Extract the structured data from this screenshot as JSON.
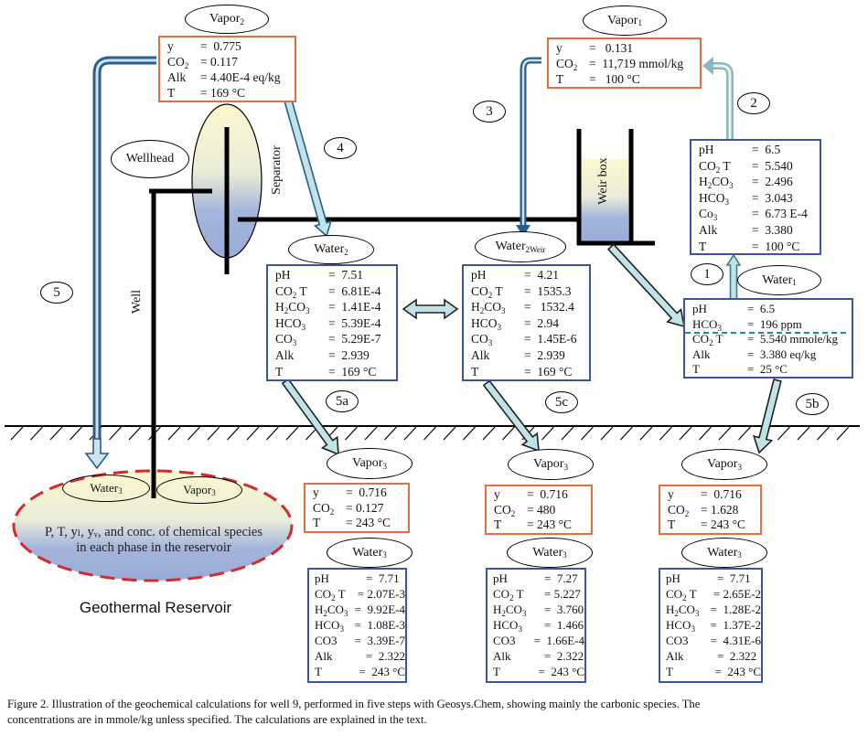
{
  "colors": {
    "vapor_border": "#e07040",
    "water_border": "#3b55a0",
    "arrow_fill": "#bfe3e6",
    "arrow_dark": "#2a5d8a",
    "arrow_grey": "#8db7b8",
    "reservoir_dash": "#d42a2a"
  },
  "labels": {
    "vapor2": {
      "base": "Vapor",
      "sub": "2"
    },
    "vapor1": {
      "base": "Vapor",
      "sub": "1"
    },
    "wellhead": "Wellhead",
    "separator": "Separator",
    "well": "Well",
    "weir_box": "Weir box",
    "water1": {
      "base": "Water",
      "sub": "1"
    },
    "water2": {
      "base": "Water",
      "sub": "2"
    },
    "water2weir": {
      "base": "Water",
      "sub": "2Weir"
    },
    "vapor3": {
      "base": "Vapor",
      "sub": "3"
    },
    "water3": {
      "base": "Water",
      "sub": "3"
    },
    "reservoir_text_1": "P, T, yₗ, yᵥ, and conc. of chemical species",
    "reservoir_text_2": "in each phase in the reservoir",
    "reservoir_title": "Geothermal Reservoir"
  },
  "steps": {
    "s1": "1",
    "s2": "2",
    "s3": "3",
    "s4": "4",
    "s5": "5",
    "s5a": "5a",
    "s5b": "5b",
    "s5c": "5c"
  },
  "boxes": {
    "vapor2": [
      {
        "k": "y",
        "v": "=  0.775"
      },
      {
        "k": "CO",
        "sub": "2",
        "v": "= 0.117"
      },
      {
        "k": "Alk",
        "v": "= 4.40E-4 eq/kg"
      },
      {
        "k": "T",
        "v": "= 169 °C"
      }
    ],
    "vapor1": [
      {
        "k": "y",
        "v": "=   0.131"
      },
      {
        "k": "CO",
        "sub": "2",
        "v": "=  11,719 mmol/kg"
      },
      {
        "k": "T",
        "v": "=   100 °C"
      }
    ],
    "water1_top": [
      {
        "k": "pH",
        "v": "=  6.5"
      },
      {
        "k": "CO",
        "sub": "2",
        "after": " T",
        "v": "=  5.540"
      },
      {
        "k": "H",
        "sub": "2",
        "after": "CO",
        "sub2": "3",
        "v": "=  2.496"
      },
      {
        "k": "HCO",
        "sub": "3",
        "v": "=  3.043"
      },
      {
        "k": "Co",
        "sub": "3",
        "v": "=  6.73 E-4"
      },
      {
        "k": "Alk",
        "v": "=  3.380"
      },
      {
        "k": "T",
        "v": "=  100 °C"
      }
    ],
    "water1_bottom": [
      {
        "k": "pH",
        "v": "=  6.5"
      },
      {
        "k": "HCO",
        "sub": "3",
        "v": "=  196 ppm"
      },
      {
        "k": "CO",
        "sub": "2",
        "after": " T",
        "v": "=  5.540 mmole/kg"
      },
      {
        "k": "Alk",
        "v": "=  3.380 eq/kg"
      },
      {
        "k": "T",
        "v": "=  25 °C"
      }
    ],
    "water2": [
      {
        "k": "pH",
        "v": "=  7.51"
      },
      {
        "k": "CO",
        "sub": "2",
        "after": " T",
        "v": "=  6.81E-4"
      },
      {
        "k": "H",
        "sub": "2",
        "after": "CO",
        "sub2": "3",
        "v": "=  1.41E-4"
      },
      {
        "k": "HCO",
        "sub": "3",
        "v": "=  5.39E-4"
      },
      {
        "k": "CO",
        "sub": "3",
        "v": "=  5.29E-7"
      },
      {
        "k": "Alk",
        "v": "=  2.939"
      },
      {
        "k": "T",
        "v": "=  169 °C"
      }
    ],
    "water2weir": [
      {
        "k": "pH",
        "v": "=  4.21"
      },
      {
        "k": "CO",
        "sub": "2",
        "after": " T",
        "v": "=  1535.3"
      },
      {
        "k": "H",
        "sub": "2",
        "after": "CO",
        "sub2": "3",
        "v": "=   1532.4"
      },
      {
        "k": "HCO",
        "sub": "3",
        "v": "=  2.94"
      },
      {
        "k": "CO",
        "sub": "3",
        "v": "=  1.45E-6"
      },
      {
        "k": "Alk",
        "v": "=  2.939"
      },
      {
        "k": "T",
        "v": "=  169 °C"
      }
    ],
    "vapor3_a": [
      {
        "k": "y",
        "v": "=  0.716"
      },
      {
        "k": "CO",
        "sub": "2",
        "v": "= 0.127"
      },
      {
        "k": "T",
        "v": "= 243 °C"
      }
    ],
    "vapor3_c": [
      {
        "k": "y",
        "v": "=  0.716"
      },
      {
        "k": "CO",
        "sub": "2",
        "v": "= 480"
      },
      {
        "k": "T",
        "v": "= 243 °C"
      }
    ],
    "vapor3_b": [
      {
        "k": "y",
        "v": "=  0.716"
      },
      {
        "k": "CO",
        "sub": "2",
        "v": "= 1.628"
      },
      {
        "k": "T",
        "v": "= 243 °C"
      }
    ],
    "water3_a": [
      {
        "k": "pH",
        "v": "=  7.71"
      },
      {
        "k": "CO",
        "sub": "2",
        "after": " T",
        "v": "= 2.07E-3"
      },
      {
        "k": "H",
        "sub": "2",
        "after": "CO",
        "sub2": "3",
        "v": "=  9.92E-4"
      },
      {
        "k": "HCO",
        "sub": "3",
        "v": "=  1.08E-3"
      },
      {
        "k": "CO3",
        "v": "=  3.39E-7"
      },
      {
        "k": "Alk",
        "v": "=  2.322"
      },
      {
        "k": "T",
        "v": "=  243 °C"
      }
    ],
    "water3_c": [
      {
        "k": "pH",
        "v": "=  7.27"
      },
      {
        "k": "CO",
        "sub": "2",
        "after": " T",
        "v": "= 5.227"
      },
      {
        "k": "H",
        "sub": "2",
        "after": "CO",
        "sub2": "3",
        "v": "=  3.760"
      },
      {
        "k": "HCO",
        "sub": "3",
        "v": "=  1.466"
      },
      {
        "k": "CO3",
        "v": "=  1.66E-4"
      },
      {
        "k": "Alk",
        "v": "=  2.322"
      },
      {
        "k": "T",
        "v": "=  243 °C"
      }
    ],
    "water3_b": [
      {
        "k": "pH",
        "v": "=  7.71"
      },
      {
        "k": "CO",
        "sub": "2",
        "after": " T",
        "v": "= 2.65E-2"
      },
      {
        "k": "H",
        "sub": "2",
        "after": "CO",
        "sub2": "3",
        "v": "=  1.28E-2"
      },
      {
        "k": "HCO",
        "sub": "3",
        "v": "=  1.37E-2"
      },
      {
        "k": "CO3",
        "v": "=  4.31E-6"
      },
      {
        "k": "Alk",
        "v": "=  2.322"
      },
      {
        "k": "T",
        "v": "=  243 °C"
      }
    ]
  },
  "caption": {
    "line1": "Figure 2. Illustration of the geochemical calculations for well 9, performed in five steps with Geosys.Chem, showing mainly the carbonic species. The",
    "line2": "concentrations are in mmole/kg unless specified. The calculations are explained in the text."
  }
}
